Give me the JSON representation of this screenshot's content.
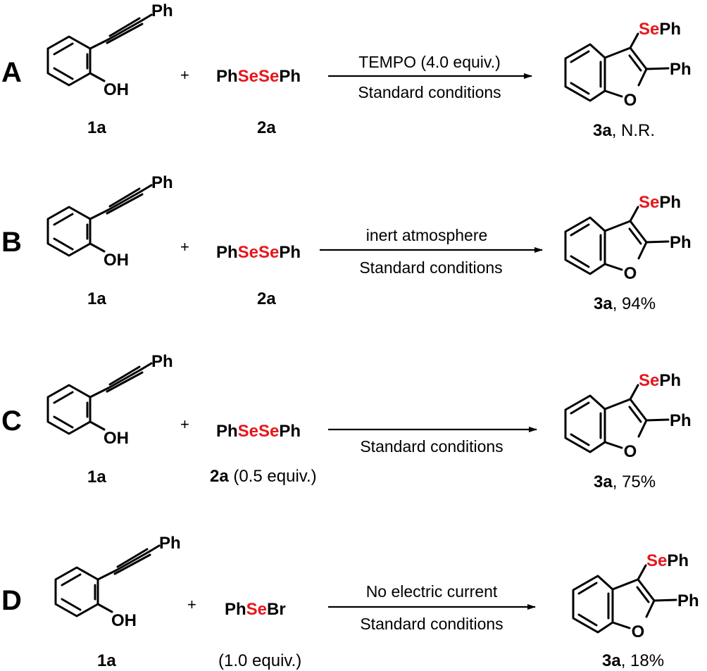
{
  "colors": {
    "selenium": "#e8161b",
    "ink": "#000000",
    "background": "#ffffff"
  },
  "panels": [
    {
      "label": "A",
      "reactant1": {
        "substituent": "Ph",
        "hydroxyl": "OH",
        "id": "1a"
      },
      "plus": "+",
      "reagent": {
        "pre": "Ph",
        "se": "SeSe",
        "post": "Ph",
        "id": "2a",
        "note": ""
      },
      "conditions": {
        "above": "TEMPO (4.0 equiv.)",
        "below": "Standard conditions"
      },
      "product": {
        "top_se": "Se",
        "top_ph": "Ph",
        "right": "Ph",
        "oxygen": "O",
        "id": "3a",
        "result": ", N.R."
      }
    },
    {
      "label": "B",
      "reactant1": {
        "substituent": "Ph",
        "hydroxyl": "OH",
        "id": "1a"
      },
      "plus": "+",
      "reagent": {
        "pre": "Ph",
        "se": "SeSe",
        "post": "Ph",
        "id": "2a",
        "note": ""
      },
      "conditions": {
        "above": "inert atmosphere",
        "below": "Standard conditions"
      },
      "product": {
        "top_se": "Se",
        "top_ph": "Ph",
        "right": "Ph",
        "oxygen": "O",
        "id": "3a",
        "result": ", 94%"
      }
    },
    {
      "label": "C",
      "reactant1": {
        "substituent": "Ph",
        "hydroxyl": "OH",
        "id": "1a"
      },
      "plus": "+",
      "reagent": {
        "pre": "Ph",
        "se": "SeSe",
        "post": "Ph",
        "id": "2a",
        "note": " (0.5 equiv.)"
      },
      "conditions": {
        "above": "",
        "below": "Standard conditions"
      },
      "product": {
        "top_se": "Se",
        "top_ph": "Ph",
        "right": "Ph",
        "oxygen": "O",
        "id": "3a",
        "result": ", 75%"
      }
    },
    {
      "label": "D",
      "reactant1": {
        "substituent": "Ph",
        "hydroxyl": "OH",
        "id": "1a"
      },
      "plus": "+",
      "reagent": {
        "pre": "Ph",
        "se": "Se",
        "post": "Br",
        "id": "",
        "note": "(1.0 equiv.)"
      },
      "conditions": {
        "above": "No electric current",
        "below": "Standard conditions"
      },
      "product": {
        "top_se": "Se",
        "top_ph": "Ph",
        "right": "Ph",
        "oxygen": "O",
        "id": "3a",
        "result": ", 18%"
      }
    }
  ]
}
